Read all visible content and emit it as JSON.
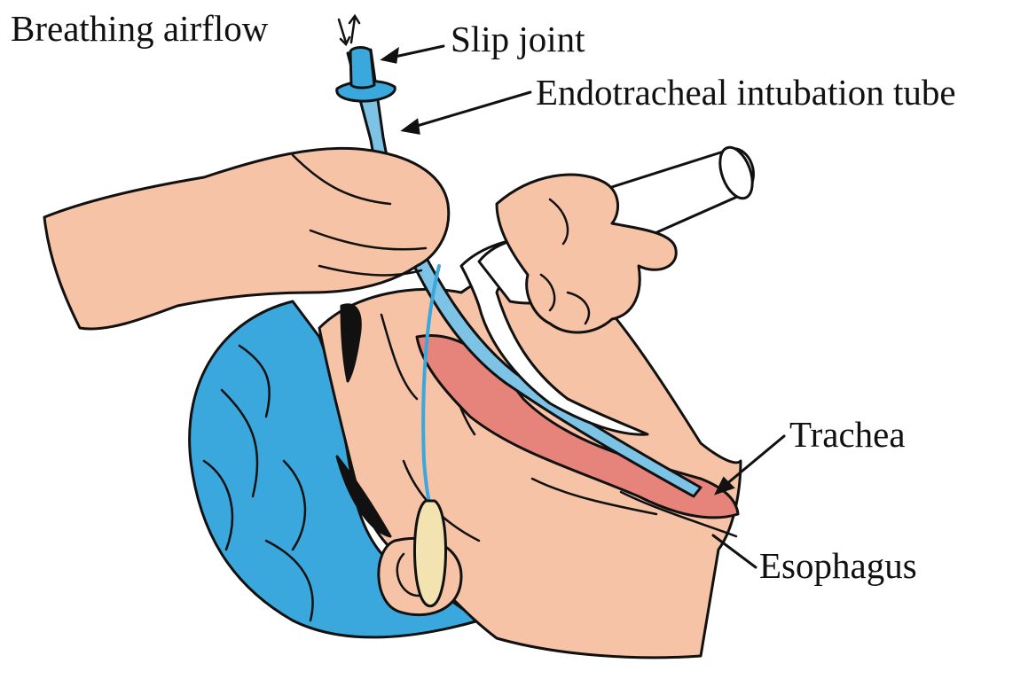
{
  "labels": {
    "breathing_airflow": "Breathing airflow",
    "slip_joint": "Slip joint",
    "endotracheal_tube": "Endotracheal intubation tube",
    "trachea": "Trachea",
    "esophagus": "Esophagus"
  },
  "colors": {
    "skin": "#f6c3a6",
    "cap": "#3aa8dc",
    "tube": "#7cc3e6",
    "airway": "#e6847c",
    "cuff": "#f2e3b0",
    "laryngoscope": "#ffffff",
    "outline": "#111111"
  },
  "icons": [
    "airflow-arrows-icon"
  ]
}
